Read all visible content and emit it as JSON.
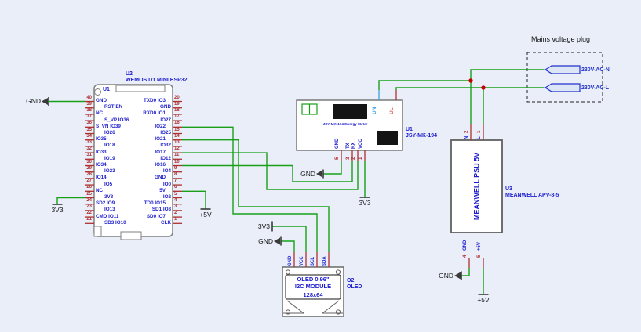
{
  "schematic": {
    "esp32": {
      "designator": "U2",
      "title": "WEMOS D1 MINI ESP32",
      "inner_ref": "U1",
      "left_pins": [
        {
          "num": "40",
          "name": "GND"
        },
        {
          "num": "39",
          "name": "RST EN"
        },
        {
          "num": "38",
          "name": "NC"
        },
        {
          "num": "37",
          "name": "S_VP IO36"
        },
        {
          "num": "36",
          "name": "S_VN IO39"
        },
        {
          "num": "35",
          "name": "IO26"
        },
        {
          "num": "34",
          "name": "IO35"
        },
        {
          "num": "33",
          "name": "IO18"
        },
        {
          "num": "32",
          "name": "IO33"
        },
        {
          "num": "31",
          "name": "IO19"
        },
        {
          "num": "30",
          "name": "IO34"
        },
        {
          "num": "29",
          "name": "IO23"
        },
        {
          "num": "28",
          "name": "IO14"
        },
        {
          "num": "27",
          "name": "IO5"
        },
        {
          "num": "26",
          "name": "NC"
        },
        {
          "num": "25",
          "name": "3V3"
        },
        {
          "num": "24",
          "name": "SD2 IO9"
        },
        {
          "num": "23",
          "name": "IO13"
        },
        {
          "num": "22",
          "name": "CMD IO11"
        },
        {
          "num": "21",
          "name": "SD3 IO10"
        }
      ],
      "right_pins": [
        {
          "num": "20",
          "name": "TXD0 IO3"
        },
        {
          "num": "19",
          "name": "GND"
        },
        {
          "num": "18",
          "name": "RXD0 IO1"
        },
        {
          "num": "17",
          "name": "IO27"
        },
        {
          "num": "16",
          "name": "IO22"
        },
        {
          "num": "15",
          "name": "IO25"
        },
        {
          "num": "14",
          "name": "IO21"
        },
        {
          "num": "13",
          "name": "IO32"
        },
        {
          "num": "12",
          "name": "IO17"
        },
        {
          "num": "11",
          "name": "IO12"
        },
        {
          "num": "10",
          "name": "IO16"
        },
        {
          "num": "9",
          "name": "IO4"
        },
        {
          "num": "8",
          "name": "GND"
        },
        {
          "num": "7",
          "name": "IO0"
        },
        {
          "num": "6",
          "name": "5V"
        },
        {
          "num": "5",
          "name": "IO2"
        },
        {
          "num": "4",
          "name": "TD0 IO15"
        },
        {
          "num": "3",
          "name": "SD1 IO8"
        },
        {
          "num": "2",
          "name": "SD0 IO7"
        },
        {
          "num": "1",
          "name": "CLK"
        }
      ]
    },
    "jsy": {
      "ref": "U1",
      "part": "JSY-MK-194",
      "inner_label": "JSY-MK-194 Energy Meter",
      "top_pins": [
        {
          "name": "UN"
        },
        {
          "name": "UL"
        }
      ],
      "bottom_pins": [
        {
          "num": "5",
          "name": "GND"
        },
        {
          "num": "3",
          "name": "TX"
        },
        {
          "num": "2",
          "name": "RX"
        },
        {
          "num": "1",
          "name": "VCC"
        }
      ]
    },
    "psu": {
      "label": "MEANWELL PSU 5V",
      "ref": "U3",
      "part": "MEANWELL APV-8-5",
      "top_pins": [
        {
          "num": "2",
          "name": "N"
        },
        {
          "num": "1",
          "name": "L"
        }
      ],
      "bottom_pins": [
        {
          "num": "4",
          "name": "GND"
        },
        {
          "num": "5",
          "name": "+5V"
        }
      ]
    },
    "oled": {
      "ref": "O2",
      "part": "OLED",
      "screen_lines": [
        "OLED 0.96\"",
        "I2C MODULE",
        "128x64"
      ],
      "top_pins": [
        {
          "name": "GND"
        },
        {
          "name": "VCC"
        },
        {
          "name": "SCL"
        },
        {
          "name": "SDA"
        }
      ]
    },
    "mains": {
      "title": "Mains voltage plug",
      "connector_n": "230V-AC-N",
      "connector_l": "230V-AC-L"
    },
    "power": {
      "gnd": "GND",
      "v33": "3V3",
      "v5": "+5V"
    },
    "colors": {
      "wire": "#18a018",
      "pin_stub": "#b03030",
      "label_blue": "#1d1dce",
      "net_neutral": "#3aa0e0",
      "net_line": "#e05555",
      "junction": "#c40000"
    }
  }
}
